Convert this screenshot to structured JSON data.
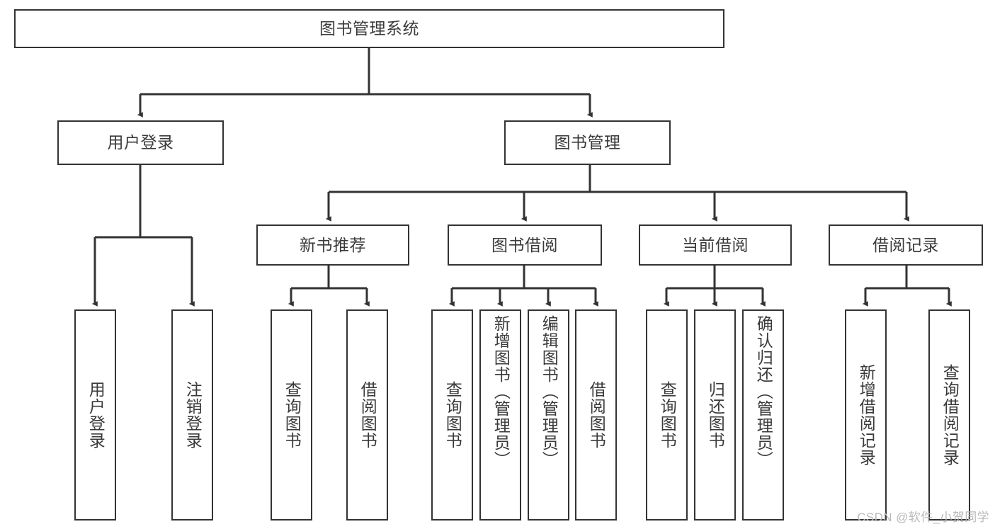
{
  "diagram": {
    "type": "tree-hierarchy",
    "title": "图书管理系统",
    "watermark": "CSDN @软件_小贺同学",
    "colors": {
      "node_border": "#333333",
      "node_fill": "#ffffff",
      "connector": "#333333",
      "text": "#3a3a3a",
      "watermark": "#b9b9b9",
      "background": "#ffffff"
    },
    "levels": [
      {
        "level": 1,
        "nodes": [
          {
            "id": "root",
            "label": "图书管理系统",
            "orientation": "horizontal"
          }
        ]
      },
      {
        "level": 2,
        "nodes": [
          {
            "id": "user-login",
            "label": "用户登录",
            "orientation": "horizontal",
            "parent": "root"
          },
          {
            "id": "book-manage",
            "label": "图书管理",
            "orientation": "horizontal",
            "parent": "root"
          }
        ]
      },
      {
        "level": 3,
        "nodes": [
          {
            "id": "new-book-rec",
            "label": "新书推荐",
            "orientation": "horizontal",
            "parent": "book-manage"
          },
          {
            "id": "book-borrow",
            "label": "图书借阅",
            "orientation": "horizontal",
            "parent": "book-manage"
          },
          {
            "id": "current-borrow",
            "label": "当前借阅",
            "orientation": "horizontal",
            "parent": "book-manage"
          },
          {
            "id": "borrow-record",
            "label": "借阅记录",
            "orientation": "horizontal",
            "parent": "book-manage"
          }
        ]
      },
      {
        "level": 4,
        "nodes": [
          {
            "id": "leaf-user-login",
            "label": "用户登录",
            "orientation": "vertical",
            "parent": "user-login"
          },
          {
            "id": "leaf-logout",
            "label": "注销登录",
            "orientation": "vertical",
            "parent": "user-login"
          },
          {
            "id": "leaf-query-book-1",
            "label": "查询图书",
            "orientation": "vertical",
            "parent": "new-book-rec"
          },
          {
            "id": "leaf-borrow-book-1",
            "label": "借阅图书",
            "orientation": "vertical",
            "parent": "new-book-rec"
          },
          {
            "id": "leaf-query-book-2",
            "label": "查询图书",
            "orientation": "vertical",
            "parent": "book-borrow"
          },
          {
            "id": "leaf-add-book",
            "label": "新增图书（管理员）",
            "orientation": "vertical",
            "parent": "book-borrow"
          },
          {
            "id": "leaf-edit-book",
            "label": "编辑图书（管理员）",
            "orientation": "vertical",
            "parent": "book-borrow"
          },
          {
            "id": "leaf-borrow-book-2",
            "label": "借阅图书",
            "orientation": "vertical",
            "parent": "book-borrow"
          },
          {
            "id": "leaf-query-book-3",
            "label": "查询图书",
            "orientation": "vertical",
            "parent": "current-borrow"
          },
          {
            "id": "leaf-return-book",
            "label": "归还图书",
            "orientation": "vertical",
            "parent": "current-borrow"
          },
          {
            "id": "leaf-confirm-return",
            "label": "确认归还（管理员）",
            "orientation": "vertical",
            "parent": "current-borrow"
          },
          {
            "id": "leaf-add-record",
            "label": "新增借阅记录",
            "orientation": "vertical",
            "parent": "borrow-record"
          },
          {
            "id": "leaf-query-record",
            "label": "查询借阅记录",
            "orientation": "vertical",
            "parent": "borrow-record"
          }
        ]
      }
    ]
  }
}
